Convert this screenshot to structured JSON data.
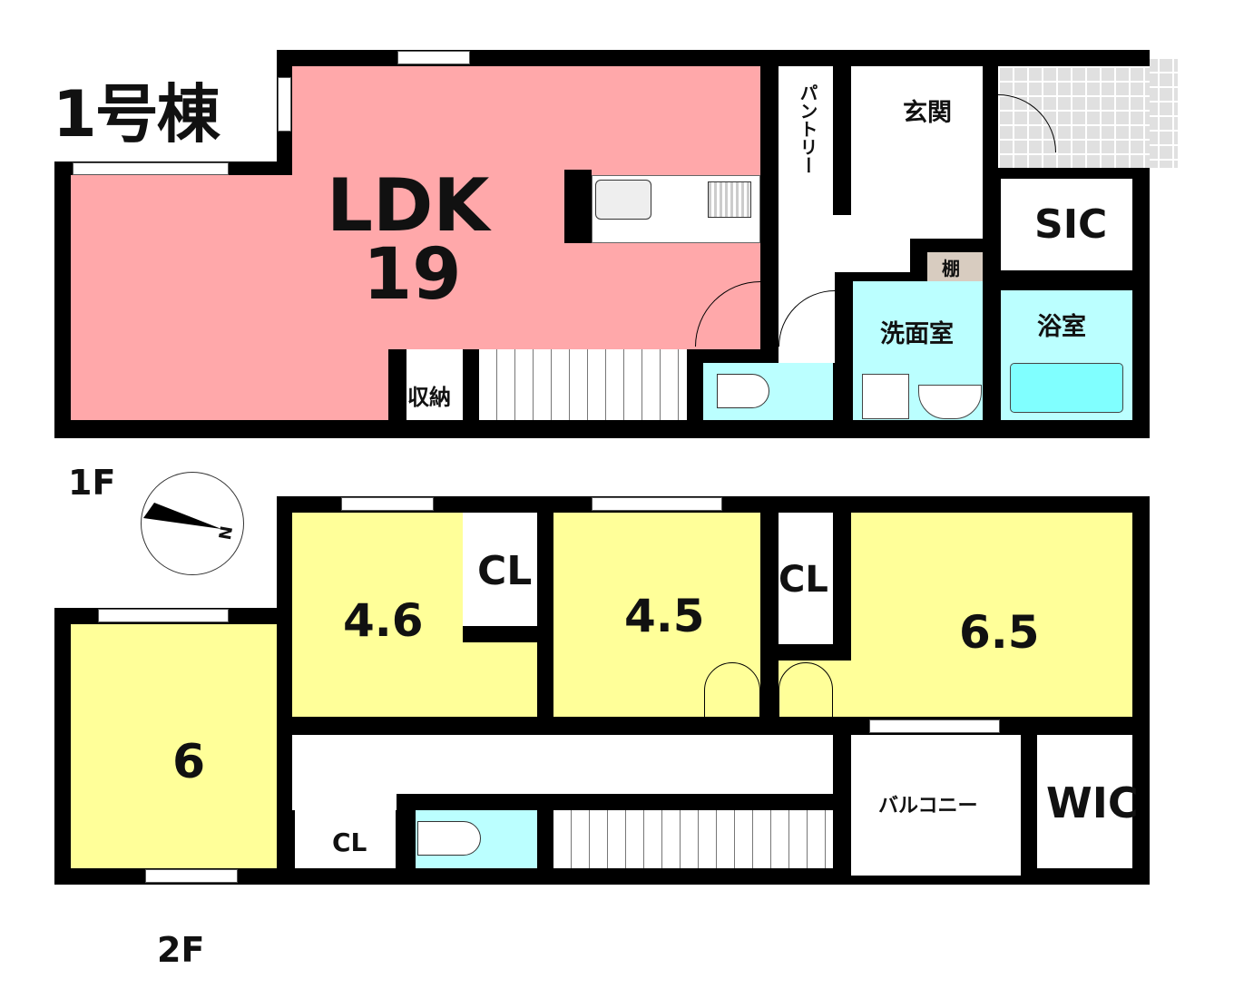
{
  "title": "1号棟",
  "floors": {
    "first": {
      "label": "1F",
      "rooms": {
        "ldk_name": "LDK",
        "ldk_size": "19",
        "pantry": "パントリー",
        "entrance": "玄関",
        "sic": "SIC",
        "shelf": "棚",
        "washroom": "洗面室",
        "bathroom": "浴室",
        "storage": "収納"
      }
    },
    "second": {
      "label": "2F",
      "rooms": {
        "room_a": "6",
        "room_b": "4.6",
        "room_c": "4.5",
        "room_d": "6.5",
        "closet_b": "CL",
        "closet_c": "CL",
        "closet_a": "CL",
        "balcony": "バルコニー",
        "wic": "WIC"
      }
    }
  },
  "compass": {
    "label": "N"
  },
  "colors": {
    "ldk": "#FFA8AA",
    "bedroom": "#FFFF99",
    "wet": "#BBFFFF",
    "tub": "#80FFFF",
    "shelf": "#D8CCC0"
  }
}
